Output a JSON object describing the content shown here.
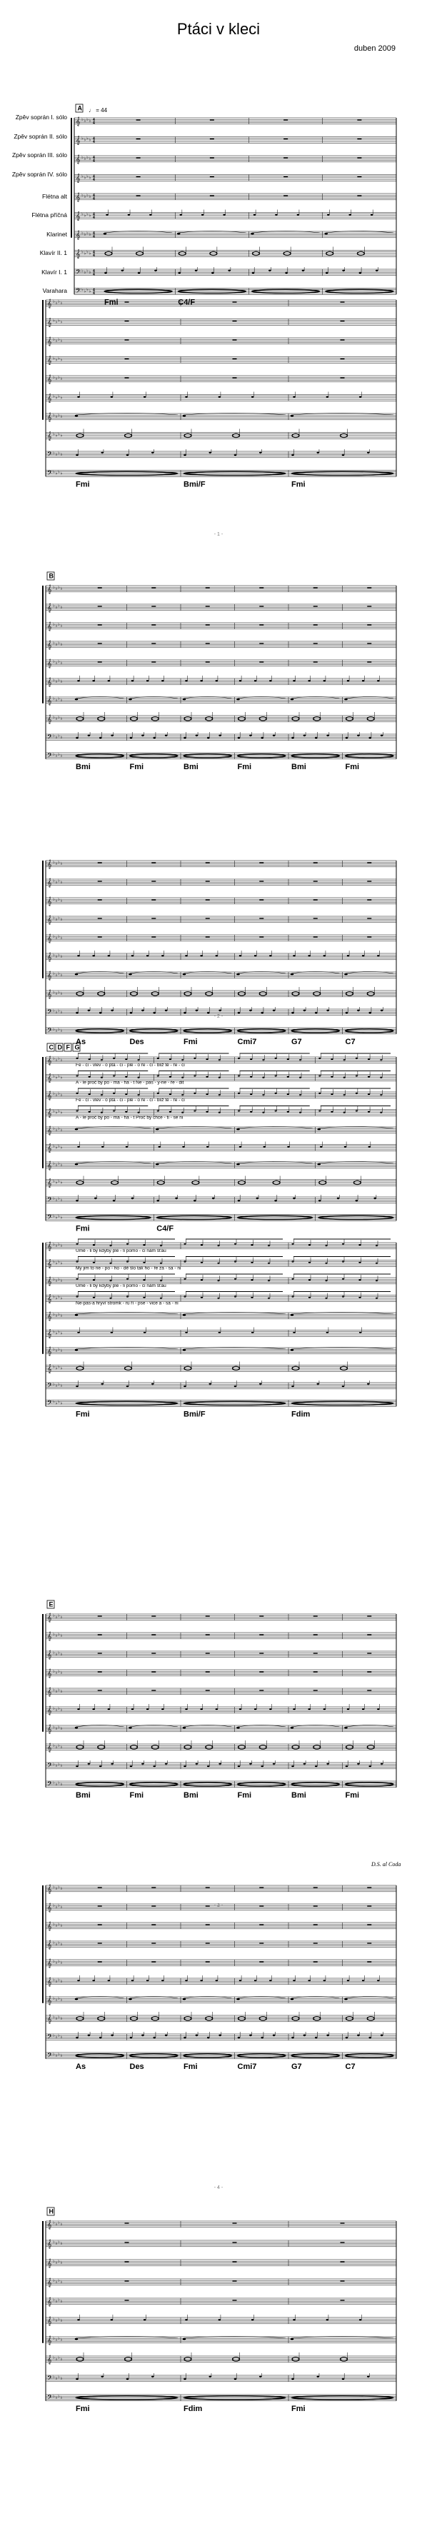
{
  "header": {
    "title": "Ptáci v kleci",
    "date": "duben 2009"
  },
  "instruments": [
    "Zpěv soprán I. sólo",
    "Zpěv soprán II. sólo",
    "Zpěv soprán III. sólo",
    "Zpěv soprán IV. sólo",
    "Flétna alt",
    "Flétna příčná",
    "Klarinet",
    "Klavír II. 1",
    "Klavír I. 1",
    "Varahara"
  ],
  "tempo": "♩ = 44",
  "systems": [
    {
      "rehearsal": "A",
      "chords": [
        "Fmi",
        "C4/F"
      ]
    },
    {
      "rehearsal": "",
      "chords": [
        "Fmi",
        "Bmi/F",
        "Fmi"
      ]
    },
    {
      "rehearsal": "B",
      "chords": [
        "Bmi",
        "Fmi",
        "Bmi",
        "Fmi",
        "Bmi",
        "Fmi"
      ]
    },
    {
      "rehearsal": "",
      "chords": [
        "As",
        "Des",
        "Fmi",
        "Cmi7",
        "G7",
        "C7"
      ]
    },
    {
      "rehearsal": "C D F G",
      "chords": [
        "Fmi",
        "C4/F"
      ]
    },
    {
      "rehearsal": "",
      "chords": [
        "Fmi",
        "Bmi/F",
        "Fdim"
      ]
    },
    {
      "rehearsal": "E",
      "chords": [
        "Bmi",
        "Fmi",
        "Bmi",
        "Fmi",
        "Bmi",
        "Fmi"
      ]
    },
    {
      "rehearsal": "",
      "chords": [
        "As",
        "Des",
        "Fmi",
        "Cmi7",
        "G7",
        "C7"
      ]
    },
    {
      "rehearsal": "H",
      "chords": [
        "Fmi",
        "Fdim",
        "Fmi"
      ]
    }
  ],
  "lyrics_c": {
    "line1": "Fe - ci - vlev - o    ptá - ci - plé - o    ře - ci - bliž    tě - ře - ci",
    "line2": "A - le   proč by    po - ma - ha - t    Ne - pas - y-ne - ře - dit",
    "line3": "Fe - ci - vlev - o    ptá - ci - plé - o    ře - ci - bliž    tě - ře - ci",
    "line4": "A - le   proč by    po - ma - ha - t    Proč by chce - ti - se    ni"
  },
  "lyrics_d": {
    "line1": "Umě - li by  kdyby plé - li   pomo - ci nám   šťáu",
    "line2": "My jim to    ne - po - ho - dě   šlo tak   ho - ře   za - sa - ni",
    "line3": "Umě - li by  kdyby plé - li   pomo - ci nám   šťáu",
    "line4": "Ne-pas-a hryví stromk - ru   ří - pse - vice   a - sa - ni"
  },
  "dc_text": "D.S. al Coda",
  "page_numbers": [
    "- 1 -",
    "- 2 -",
    "- 3 -",
    "- 4 -"
  ]
}
